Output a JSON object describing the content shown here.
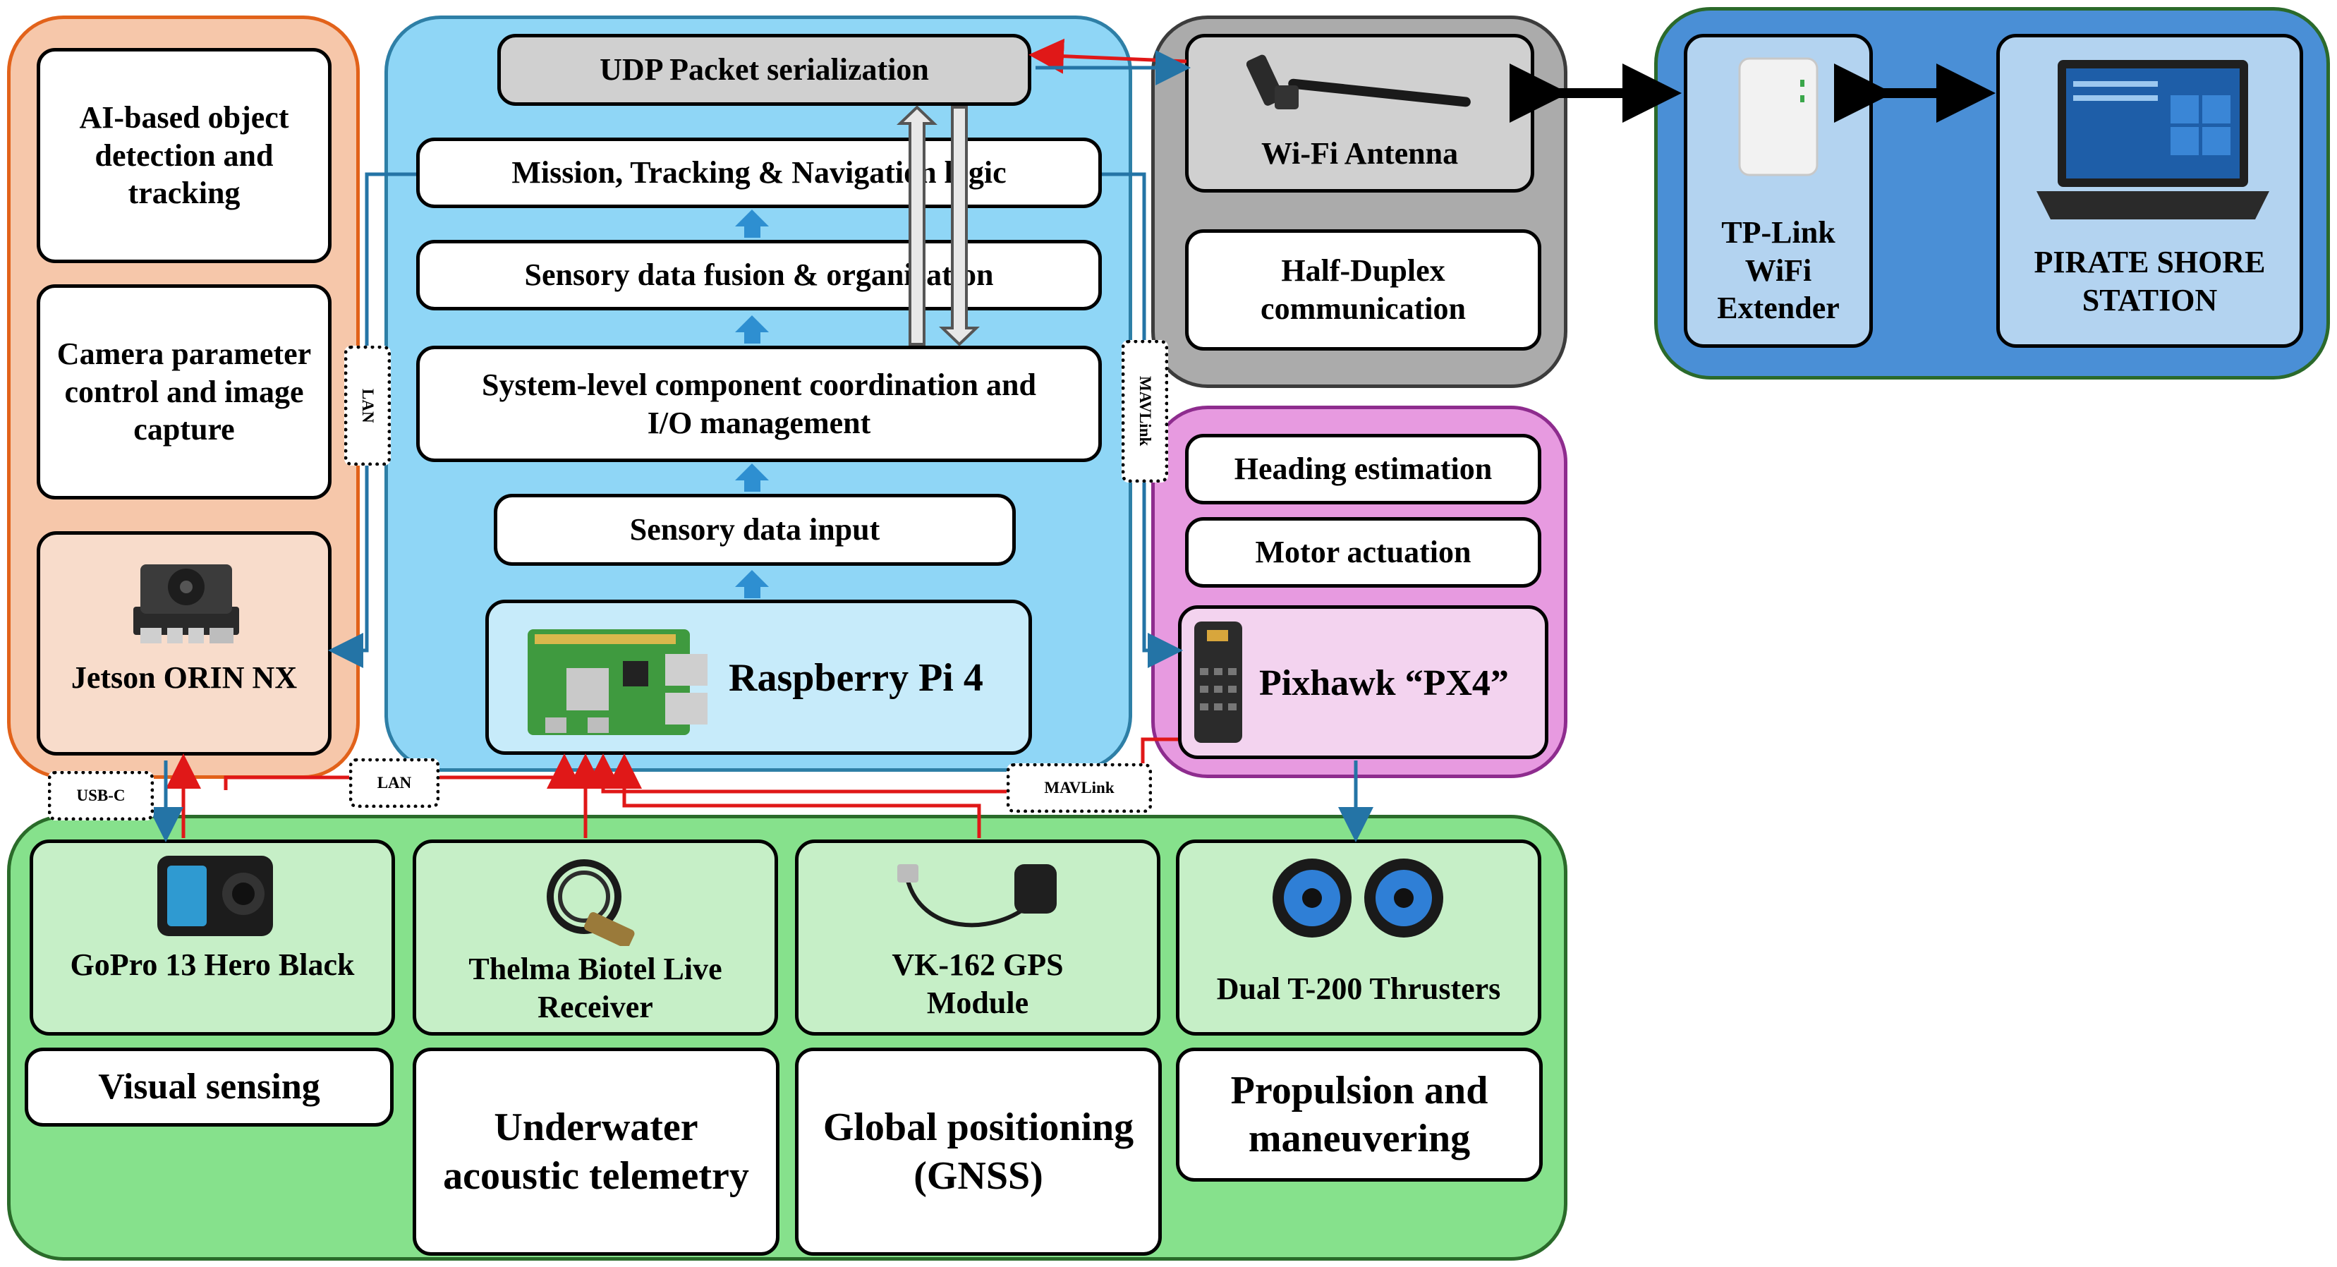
{
  "colors": {
    "jetson_panel": "#F6C7AA",
    "jetson_panel_border": "#E2621A",
    "pi_panel": "#8FD6F6",
    "pi_panel_border": "#2E7FA6",
    "wifi_panel": "#ABABAB",
    "wifi_panel_border": "#3C3C3C",
    "shore_panel": "#4A8FD6",
    "shore_panel_border": "#2B6A2B",
    "pixhawk_panel": "#E79AE0",
    "pixhawk_panel_border": "#8E2C8E",
    "sensor_panel": "#86E18C",
    "sensor_panel_border": "#2A6B2A",
    "red_link": "#E01818",
    "blue_link": "#2474A6"
  },
  "jetson": {
    "detection": "AI-based object detection and tracking",
    "camera": "Camera parameter control and image capture",
    "device_name": "Jetson ORIN NX",
    "device_icon": "jetson-module-icon"
  },
  "pi": {
    "udp": "UDP Packet serialization",
    "mission": "Mission, Tracking & Navigation logic",
    "fusion": "Sensory data fusion & organization",
    "coordination": "System-level component coordination and I/O management",
    "input": "Sensory data input",
    "device_name": "Raspberry Pi 4",
    "device_icon": "raspberry-pi-board-icon"
  },
  "wifi": {
    "antenna": "Wi-Fi Antenna",
    "antenna_icon": "antenna-icon",
    "duplex": "Half-Duplex communication"
  },
  "shore": {
    "extender": "TP-Link WiFi Extender",
    "extender_icon": "router-icon",
    "station": "PIRATE SHORE STATION",
    "station_icon": "laptop-icon"
  },
  "pixhawk": {
    "heading": "Heading estimation",
    "motor": "Motor actuation",
    "device_name": "Pixhawk “PX4”",
    "device_icon": "pixhawk-controller-icon"
  },
  "sensors": [
    {
      "device": "GoPro 13 Hero Black",
      "function": "Visual sensing",
      "icon": "gopro-camera-icon"
    },
    {
      "device": "Thelma Biotel Live Receiver",
      "function": "Underwater acoustic telemetry",
      "icon": "hydrophone-receiver-icon"
    },
    {
      "device": "VK-162 GPS Module",
      "function": "Global positioning (GNSS)",
      "icon": "gps-module-icon"
    },
    {
      "device": "Dual T-200 Thrusters",
      "function": "Propulsion and maneuvering",
      "icon": "thruster-icon"
    }
  ],
  "links": {
    "lan_vertical": "LAN",
    "mavlink_vertical": "MAVLink",
    "usb_c": "USB-C",
    "lan_bottom": "LAN",
    "mavlink_bottom": "MAVLink"
  }
}
